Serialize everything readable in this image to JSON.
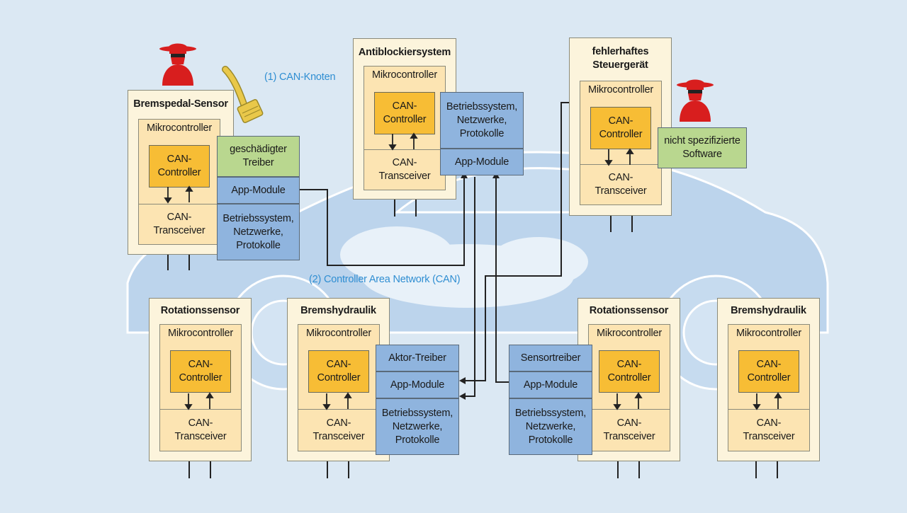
{
  "labels": {
    "can_node": "(1) CAN-Knoten",
    "can_bus": "(2) Controller Area Network (CAN)"
  },
  "common": {
    "micro": "Mikrocontroller",
    "can_ctrl_1": "CAN-",
    "can_ctrl_2": "Controller",
    "trans_1": "CAN-",
    "trans_2": "Transceiver"
  },
  "nodes": {
    "brake_pedal": {
      "title": "Bremspedal-Sensor",
      "driver_1": "geschädigter",
      "driver_2": "Treiber",
      "app": "App-Module",
      "os_1": "Betriebssystem,",
      "os_2": "Netzwerke,",
      "os_3": "Protokolle"
    },
    "abs": {
      "title": "Antiblockiersystem",
      "os_1": "Betriebssystem,",
      "os_2": "Netzwerke,",
      "os_3": "Protokolle",
      "app": "App-Module"
    },
    "faulty": {
      "title_1": "fehlerhaftes",
      "title_2": "Steuergerät",
      "sw_1": "nicht spezifizierte",
      "sw_2": "Software"
    },
    "rot_left": {
      "title": "Rotationssensor"
    },
    "hyd_left": {
      "title": "Bremshydraulik",
      "driver": "Aktor-Treiber",
      "app": "App-Module",
      "os_1": "Betriebssystem,",
      "os_2": "Netzwerke,",
      "os_3": "Protokolle"
    },
    "rot_right": {
      "title": "Rotationssensor",
      "driver": "Sensortreiber",
      "app": "App-Module",
      "os_1": "Betriebssystem,",
      "os_2": "Netzwerke,",
      "os_3": "Protokolle"
    },
    "hyd_right": {
      "title": "Bremshydraulik"
    }
  },
  "colors": {
    "background": "#dbe8f3",
    "node": "#fcf4dc",
    "micro": "#fce4b2",
    "can_controller": "#f7bd35",
    "software_blue": "#8fb4de",
    "software_green": "#b9d78f",
    "label_blue": "#2f8ed2",
    "hacker_red": "#d81e1e",
    "pedal_yellow": "#e9c84a"
  },
  "icons": [
    "hacker-icon",
    "brake-pedal-icon",
    "car-silhouette"
  ]
}
